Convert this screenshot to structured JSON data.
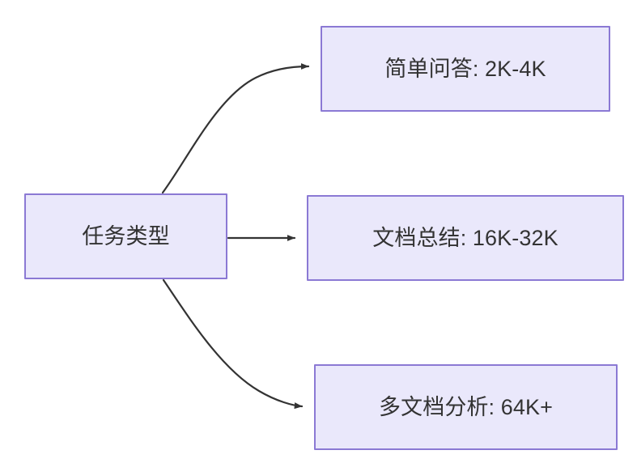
{
  "diagram": {
    "type": "flowchart",
    "direction": "left-to-right",
    "background_color": "#ffffff",
    "node_fill_color": "#eae8fb",
    "node_border_color": "#8b79d4",
    "text_color": "#333333",
    "edge_color": "#333333",
    "nodes": {
      "root": {
        "label": "任务类型"
      },
      "simple_qa": {
        "label": "简单问答: 2K-4K"
      },
      "doc_summary": {
        "label": "文档总结: 16K-32K"
      },
      "multi_doc": {
        "label": "多文档分析: 64K+"
      }
    },
    "edges": [
      {
        "from": "root",
        "to": "simple_qa",
        "style": "curved",
        "arrowhead": "filled-triangle",
        "label": ""
      },
      {
        "from": "root",
        "to": "doc_summary",
        "style": "straight",
        "arrowhead": "filled-triangle",
        "label": ""
      },
      {
        "from": "root",
        "to": "multi_doc",
        "style": "curved",
        "arrowhead": "filled-triangle",
        "label": ""
      }
    ]
  }
}
